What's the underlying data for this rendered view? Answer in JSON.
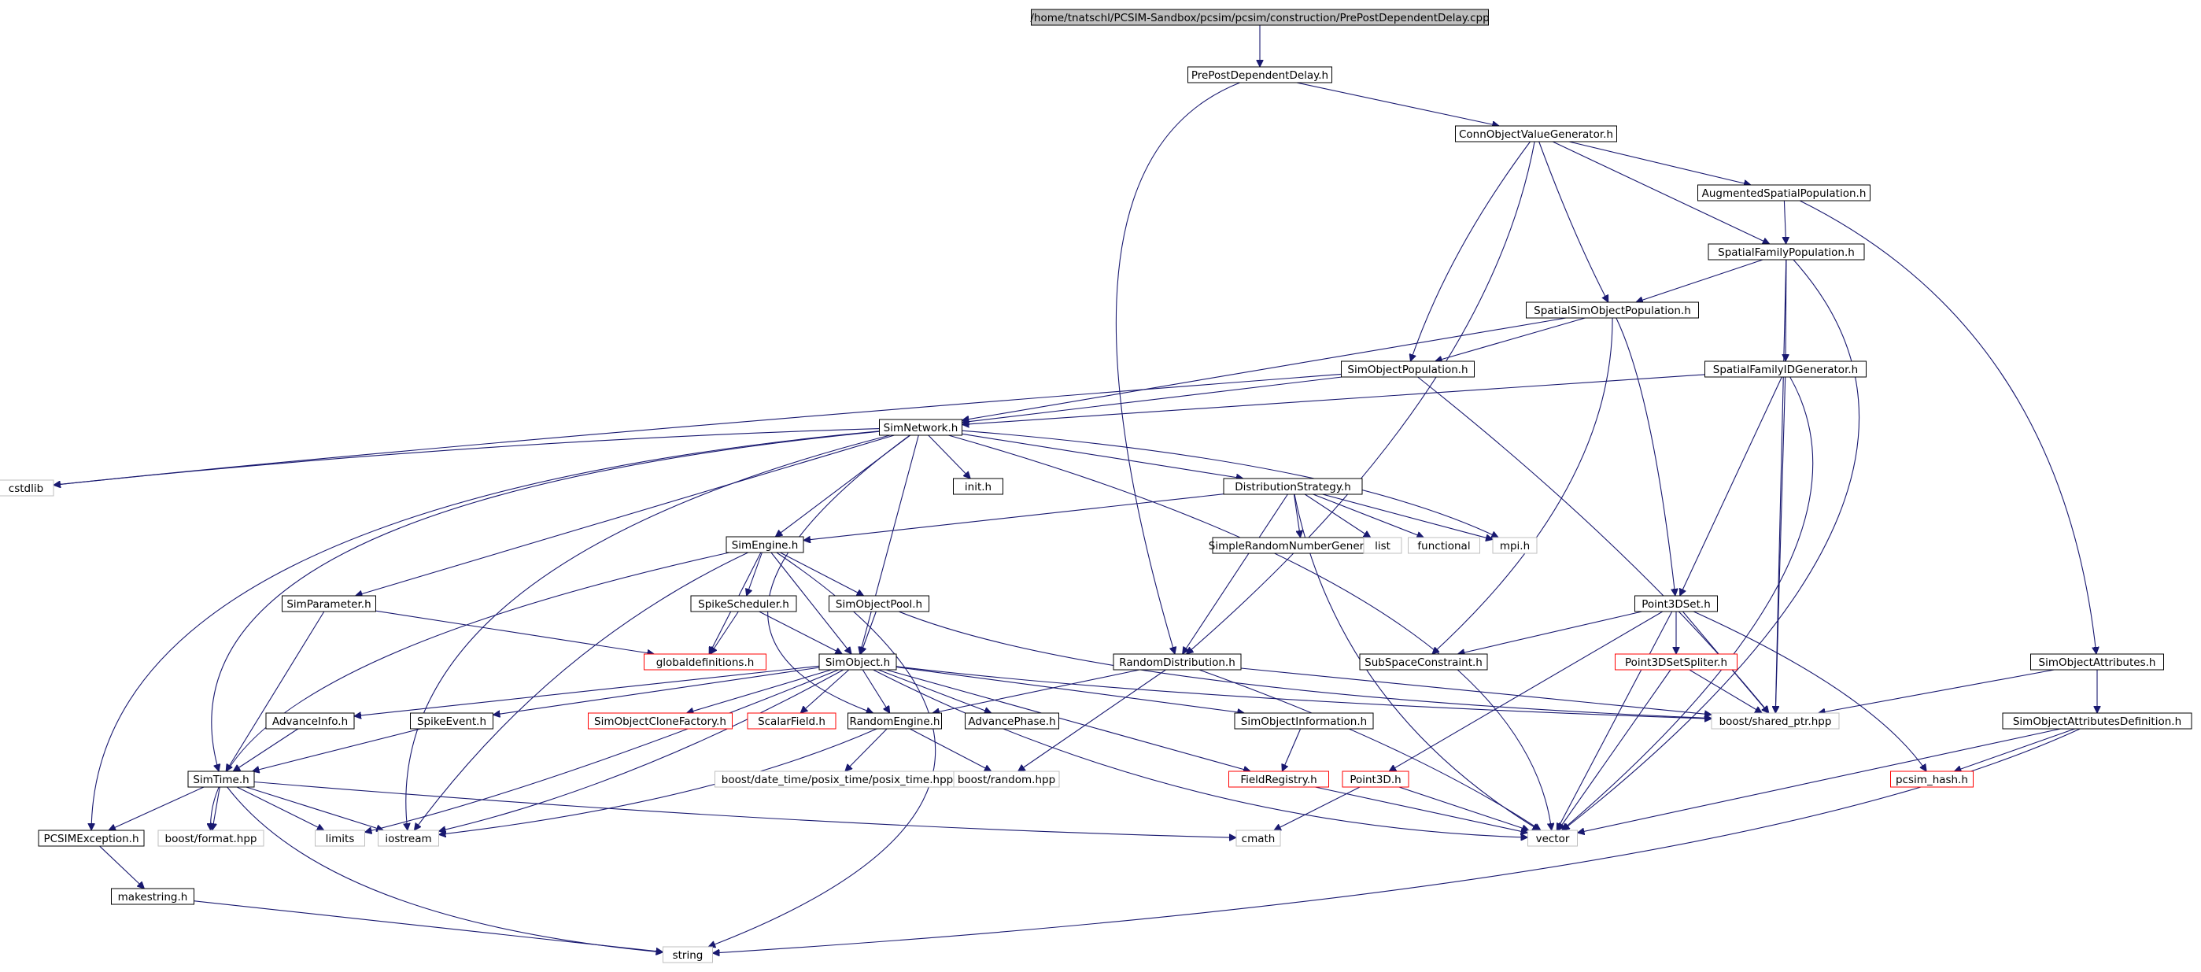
{
  "graph": {
    "title": "/home/tnatschl/PCSIM-Sandbox/pcsim/pcsim/construction/PrePostDependentDelay.cpp",
    "colors": {
      "edge": "#191970",
      "root_fill": "#bfbfbf",
      "node_border": "#000000",
      "missing_border": "#bfbfbf",
      "undocumented_border": "#ff0000"
    },
    "nodes": [
      {
        "id": "root",
        "label": "/home/tnatschl/PCSIM-Sandbox/pcsim/pcsim/construction/PrePostDependentDelay.cpp",
        "style": "root"
      },
      {
        "id": "ppdd",
        "label": "PrePostDependentDelay.h",
        "style": "normal"
      },
      {
        "id": "covg",
        "label": "ConnObjectValueGenerator.h",
        "style": "normal"
      },
      {
        "id": "asp",
        "label": "AugmentedSpatialPopulation.h",
        "style": "normal"
      },
      {
        "id": "sfp",
        "label": "SpatialFamilyPopulation.h",
        "style": "normal"
      },
      {
        "id": "ssop",
        "label": "SpatialSimObjectPopulation.h",
        "style": "normal"
      },
      {
        "id": "sop",
        "label": "SimObjectPopulation.h",
        "style": "normal"
      },
      {
        "id": "sfidg",
        "label": "SpatialFamilyIDGenerator.h",
        "style": "normal"
      },
      {
        "id": "simnet",
        "label": "SimNetwork.h",
        "style": "normal"
      },
      {
        "id": "cstdlib",
        "label": "cstdlib",
        "style": "missing"
      },
      {
        "id": "init",
        "label": "init.h",
        "style": "normal"
      },
      {
        "id": "dist",
        "label": "DistributionStrategy.h",
        "style": "normal"
      },
      {
        "id": "simeng",
        "label": "SimEngine.h",
        "style": "normal"
      },
      {
        "id": "srng",
        "label": "SimpleRandomNumberGenerator.h",
        "style": "normal"
      },
      {
        "id": "list",
        "label": "list",
        "style": "missing"
      },
      {
        "id": "functional",
        "label": "functional",
        "style": "missing"
      },
      {
        "id": "mpi",
        "label": "mpi.h",
        "style": "missing"
      },
      {
        "id": "simparam",
        "label": "SimParameter.h",
        "style": "normal"
      },
      {
        "id": "spikesch",
        "label": "SpikeScheduler.h",
        "style": "normal"
      },
      {
        "id": "sopool",
        "label": "SimObjectPool.h",
        "style": "normal"
      },
      {
        "id": "globdef",
        "label": "globaldefinitions.h",
        "style": "undocumented"
      },
      {
        "id": "simobj",
        "label": "SimObject.h",
        "style": "normal"
      },
      {
        "id": "randdist",
        "label": "RandomDistribution.h",
        "style": "normal"
      },
      {
        "id": "p3dset",
        "label": "Point3DSet.h",
        "style": "normal"
      },
      {
        "id": "subspace",
        "label": "SubSpaceConstraint.h",
        "style": "normal"
      },
      {
        "id": "p3dsplit",
        "label": "Point3DSetSpliter.h",
        "style": "undocumented"
      },
      {
        "id": "soattr",
        "label": "SimObjectAttributes.h",
        "style": "normal"
      },
      {
        "id": "advinfo",
        "label": "AdvanceInfo.h",
        "style": "normal"
      },
      {
        "id": "spikeev",
        "label": "SpikeEvent.h",
        "style": "normal"
      },
      {
        "id": "socf",
        "label": "SimObjectCloneFactory.h",
        "style": "undocumented"
      },
      {
        "id": "scalar",
        "label": "ScalarField.h",
        "style": "undocumented"
      },
      {
        "id": "randeng",
        "label": "RandomEngine.h",
        "style": "normal"
      },
      {
        "id": "advphase",
        "label": "AdvancePhase.h",
        "style": "normal"
      },
      {
        "id": "soinfo",
        "label": "SimObjectInformation.h",
        "style": "normal"
      },
      {
        "id": "shptr",
        "label": "boost/shared_ptr.hpp",
        "style": "missing"
      },
      {
        "id": "soattrdef",
        "label": "SimObjectAttributesDefinition.h",
        "style": "normal"
      },
      {
        "id": "simtime",
        "label": "SimTime.h",
        "style": "normal"
      },
      {
        "id": "posix",
        "label": "boost/date_time/posix_time/posix_time.hpp",
        "style": "missing"
      },
      {
        "id": "brand",
        "label": "boost/random.hpp",
        "style": "missing"
      },
      {
        "id": "fieldreg",
        "label": "FieldRegistry.h",
        "style": "undocumented"
      },
      {
        "id": "point3d",
        "label": "Point3D.h",
        "style": "undocumented"
      },
      {
        "id": "pcsimhash",
        "label": "pcsim_hash.h",
        "style": "undocumented"
      },
      {
        "id": "pcsimexc",
        "label": "PCSIMException.h",
        "style": "normal"
      },
      {
        "id": "bformat",
        "label": "boost/format.hpp",
        "style": "missing"
      },
      {
        "id": "limits",
        "label": "limits",
        "style": "missing"
      },
      {
        "id": "iostream",
        "label": "iostream",
        "style": "missing"
      },
      {
        "id": "cmath",
        "label": "cmath",
        "style": "missing"
      },
      {
        "id": "vector",
        "label": "vector",
        "style": "missing"
      },
      {
        "id": "makestr",
        "label": "makestring.h",
        "style": "normal"
      },
      {
        "id": "string",
        "label": "string",
        "style": "missing"
      }
    ],
    "edges": [
      [
        "root",
        "ppdd"
      ],
      [
        "ppdd",
        "covg"
      ],
      [
        "ppdd",
        "randdist"
      ],
      [
        "covg",
        "asp"
      ],
      [
        "covg",
        "sfp"
      ],
      [
        "covg",
        "ssop"
      ],
      [
        "covg",
        "sop"
      ],
      [
        "covg",
        "randdist"
      ],
      [
        "asp",
        "sfp"
      ],
      [
        "asp",
        "soattr"
      ],
      [
        "sfp",
        "ssop"
      ],
      [
        "sfp",
        "sfidg"
      ],
      [
        "sfp",
        "shptr"
      ],
      [
        "sfp",
        "vector"
      ],
      [
        "ssop",
        "sop"
      ],
      [
        "ssop",
        "simnet"
      ],
      [
        "ssop",
        "p3dset"
      ],
      [
        "ssop",
        "subspace"
      ],
      [
        "sop",
        "simnet"
      ],
      [
        "sop",
        "cstdlib"
      ],
      [
        "sop",
        "shptr"
      ],
      [
        "sfidg",
        "simnet"
      ],
      [
        "sfidg",
        "p3dset"
      ],
      [
        "sfidg",
        "shptr"
      ],
      [
        "sfidg",
        "vector"
      ],
      [
        "simnet",
        "cstdlib"
      ],
      [
        "simnet",
        "init"
      ],
      [
        "simnet",
        "dist"
      ],
      [
        "simnet",
        "simeng"
      ],
      [
        "simnet",
        "simparam"
      ],
      [
        "simnet",
        "simobj"
      ],
      [
        "simnet",
        "mpi"
      ],
      [
        "simnet",
        "randeng"
      ],
      [
        "simnet",
        "simtime"
      ],
      [
        "simnet",
        "pcsimexc"
      ],
      [
        "simnet",
        "iostream"
      ],
      [
        "simnet",
        "vector"
      ],
      [
        "dist",
        "simeng"
      ],
      [
        "dist",
        "srng"
      ],
      [
        "dist",
        "list"
      ],
      [
        "dist",
        "functional"
      ],
      [
        "dist",
        "mpi"
      ],
      [
        "dist",
        "randdist"
      ],
      [
        "dist",
        "vector"
      ],
      [
        "simeng",
        "spikesch"
      ],
      [
        "simeng",
        "sopool"
      ],
      [
        "simeng",
        "globdef"
      ],
      [
        "simeng",
        "simobj"
      ],
      [
        "simeng",
        "bformat"
      ],
      [
        "simeng",
        "iostream"
      ],
      [
        "simeng",
        "string"
      ],
      [
        "simparam",
        "globdef"
      ],
      [
        "simparam",
        "simtime"
      ],
      [
        "spikesch",
        "globdef"
      ],
      [
        "spikesch",
        "simobj"
      ],
      [
        "sopool",
        "simobj"
      ],
      [
        "sopool",
        "shptr"
      ],
      [
        "simobj",
        "advinfo"
      ],
      [
        "simobj",
        "spikeev"
      ],
      [
        "simobj",
        "socf"
      ],
      [
        "simobj",
        "scalar"
      ],
      [
        "simobj",
        "randeng"
      ],
      [
        "simobj",
        "advphase"
      ],
      [
        "simobj",
        "soinfo"
      ],
      [
        "simobj",
        "fieldreg"
      ],
      [
        "simobj",
        "shptr"
      ],
      [
        "simobj",
        "limits"
      ],
      [
        "simobj",
        "iostream"
      ],
      [
        "simobj",
        "vector"
      ],
      [
        "randdist",
        "randeng"
      ],
      [
        "randdist",
        "brand"
      ],
      [
        "randdist",
        "shptr"
      ],
      [
        "randdist",
        "vector"
      ],
      [
        "p3dset",
        "subspace"
      ],
      [
        "p3dset",
        "p3dsplit"
      ],
      [
        "p3dset",
        "point3d"
      ],
      [
        "p3dset",
        "shptr"
      ],
      [
        "p3dset",
        "pcsimhash"
      ],
      [
        "p3dset",
        "vector"
      ],
      [
        "p3dsplit",
        "shptr"
      ],
      [
        "p3dsplit",
        "vector"
      ],
      [
        "soattr",
        "soattrdef"
      ],
      [
        "soattr",
        "shptr"
      ],
      [
        "soattrdef",
        "pcsimhash"
      ],
      [
        "soattrdef",
        "vector"
      ],
      [
        "soattrdef",
        "string"
      ],
      [
        "advinfo",
        "simtime"
      ],
      [
        "spikeev",
        "simtime"
      ],
      [
        "randeng",
        "posix"
      ],
      [
        "randeng",
        "brand"
      ],
      [
        "randeng",
        "iostream"
      ],
      [
        "soinfo",
        "fieldreg"
      ],
      [
        "fieldreg",
        "vector"
      ],
      [
        "point3d",
        "cmath"
      ],
      [
        "point3d",
        "vector"
      ],
      [
        "simtime",
        "pcsimexc"
      ],
      [
        "simtime",
        "bformat"
      ],
      [
        "simtime",
        "limits"
      ],
      [
        "simtime",
        "iostream"
      ],
      [
        "simtime",
        "cmath"
      ],
      [
        "simtime",
        "string"
      ],
      [
        "pcsimexc",
        "makestr"
      ],
      [
        "makestr",
        "string"
      ]
    ]
  }
}
